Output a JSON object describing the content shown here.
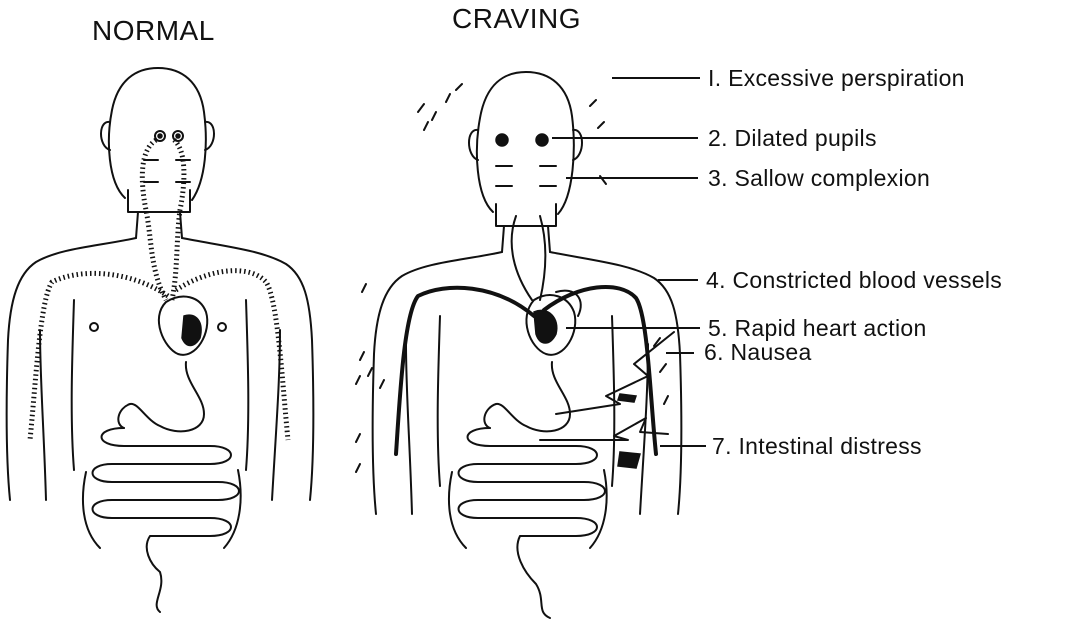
{
  "headings": {
    "normal": "NORMAL",
    "craving": "CRAVING"
  },
  "symptoms": [
    "I. Excessive perspiration",
    "2. Dilated pupils",
    "3. Sallow complexion",
    "4. Constricted blood vessels",
    "5. Rapid heart action",
    "6. Nausea",
    "7. Intestinal distress"
  ]
}
